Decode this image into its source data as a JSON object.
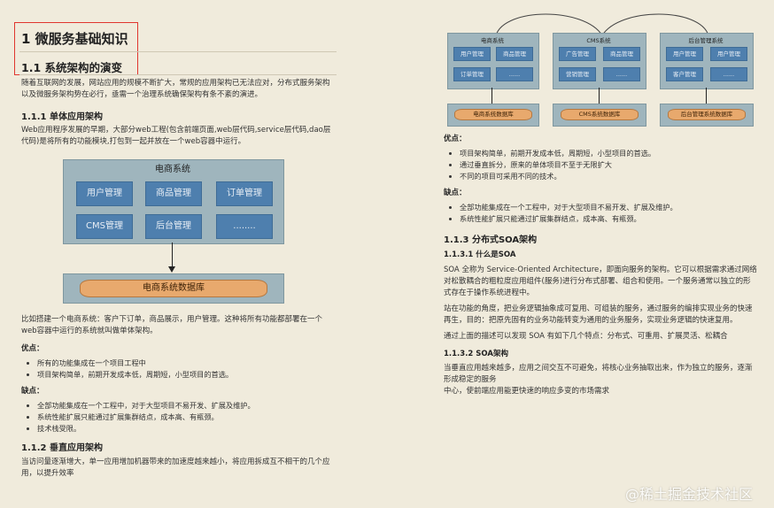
{
  "left": {
    "h1": "1 微服务基础知识",
    "h2": "1.1 系统架构的演变",
    "intro": "随着互联网的发展，网站应用的规模不断扩大，常规的应用架构已无法应对，分布式服务架构以及微服务架构势在必行，亟需一个治理系统确保架构有条不紊的演进。",
    "s111_title": "1.1.1 单体应用架构",
    "s111_text": "Web应用程序发展的早期，大部分web工程(包含前端页面,web层代码,service层代码,dao层代码)是将所有的功能模块,打包到一起并放在一个web容器中运行。",
    "diagram": {
      "title": "电商系统",
      "modules": [
        "用户管理",
        "商品管理",
        "订单管理",
        "CMS管理",
        "后台管理",
        "........"
      ],
      "db": "电商系统数据库"
    },
    "example": "比如搭建一个电商系统：客户下订单，商品展示，用户管理。这种将所有功能都部署在一个web容器中运行的系统就叫做单体架构。",
    "pros_title": "优点：",
    "pros": [
      "所有的功能集成在一个项目工程中",
      "项目架构简单，前期开发成本低，周期短，小型项目的首选。"
    ],
    "cons_title": "缺点：",
    "cons": [
      "全部功能集成在一个工程中，对于大型项目不易开发、扩展及维护。",
      "系统性能扩展只能通过扩展集群结点，成本高、有瓶颈。",
      "技术栈受限。"
    ],
    "s112_title": "1.1.2 垂直应用架构",
    "s112_text": "当访问量逐渐增大，单一应用增加机器带来的加速度越来越小，将应用拆成互不相干的几个应用，以提升效率"
  },
  "right": {
    "systems": [
      {
        "name": "电商系统",
        "modules": [
          "用户管理",
          "商品管理",
          "订单管理",
          "......"
        ],
        "db": "电商系统数据库"
      },
      {
        "name": "CMS系统",
        "modules": [
          "广告管理",
          "商品管理",
          "营销管理",
          "......"
        ],
        "db": "CMS系统数据库"
      },
      {
        "name": "后台管理系统",
        "modules": [
          "用户管理",
          "用户管理",
          "客户管理",
          "......"
        ],
        "db": "后台管理系统数据库"
      }
    ],
    "pros_title": "优点：",
    "pros": [
      "项目架构简单，前期开发成本低，周期短，小型项目的首选。",
      "通过垂直拆分，原来的单体项目不至于无限扩大",
      "不同的项目可采用不同的技术。"
    ],
    "cons_title": "缺点：",
    "cons": [
      "全部功能集成在一个工程中，对于大型项目不易开发、扩展及维护。",
      "系统性能扩展只能通过扩展集群结点，成本高、有瓶颈。"
    ],
    "s113_title": "1.1.3 分布式SOA架构",
    "s1131_title": "1.1.3.1 什么是SOA",
    "soa_p1": "SOA 全称为 Service-Oriented Architecture，即面向服务的架构。它可以根据需求通过网络对松散耦合的粗粒度应用组件(服务)进行分布式部署、组合和使用。一个服务通常以独立的形式存在于操作系统进程中。",
    "soa_p2": "站在功能的角度，把业务逻辑抽象成可复用、可组装的服务，通过服务的编排实现业务的快速再生，目的：把原先固有的业务功能转变为通用的业务服务，实现业务逻辑的快速复用。",
    "soa_p3": "通过上面的描述可以发现 SOA 有如下几个特点：分布式、可重用、扩展灵活、松耦合",
    "s1132_title": "1.1.3.2 SOA架构",
    "soa_p4": "当垂直应用越来越多，应用之间交互不可避免，将核心业务抽取出来，作为独立的服务，逐渐形成稳定的服务",
    "soa_p5": "中心，使前端应用能更快速的响应多变的市场需求"
  },
  "watermark": "@稀土掘金技术社区",
  "colors": {
    "highlight_border": "#e0362f",
    "module_blue": "#4e7fae",
    "db_orange": "#e8a96d",
    "page_bg": "#f0ebdc"
  }
}
